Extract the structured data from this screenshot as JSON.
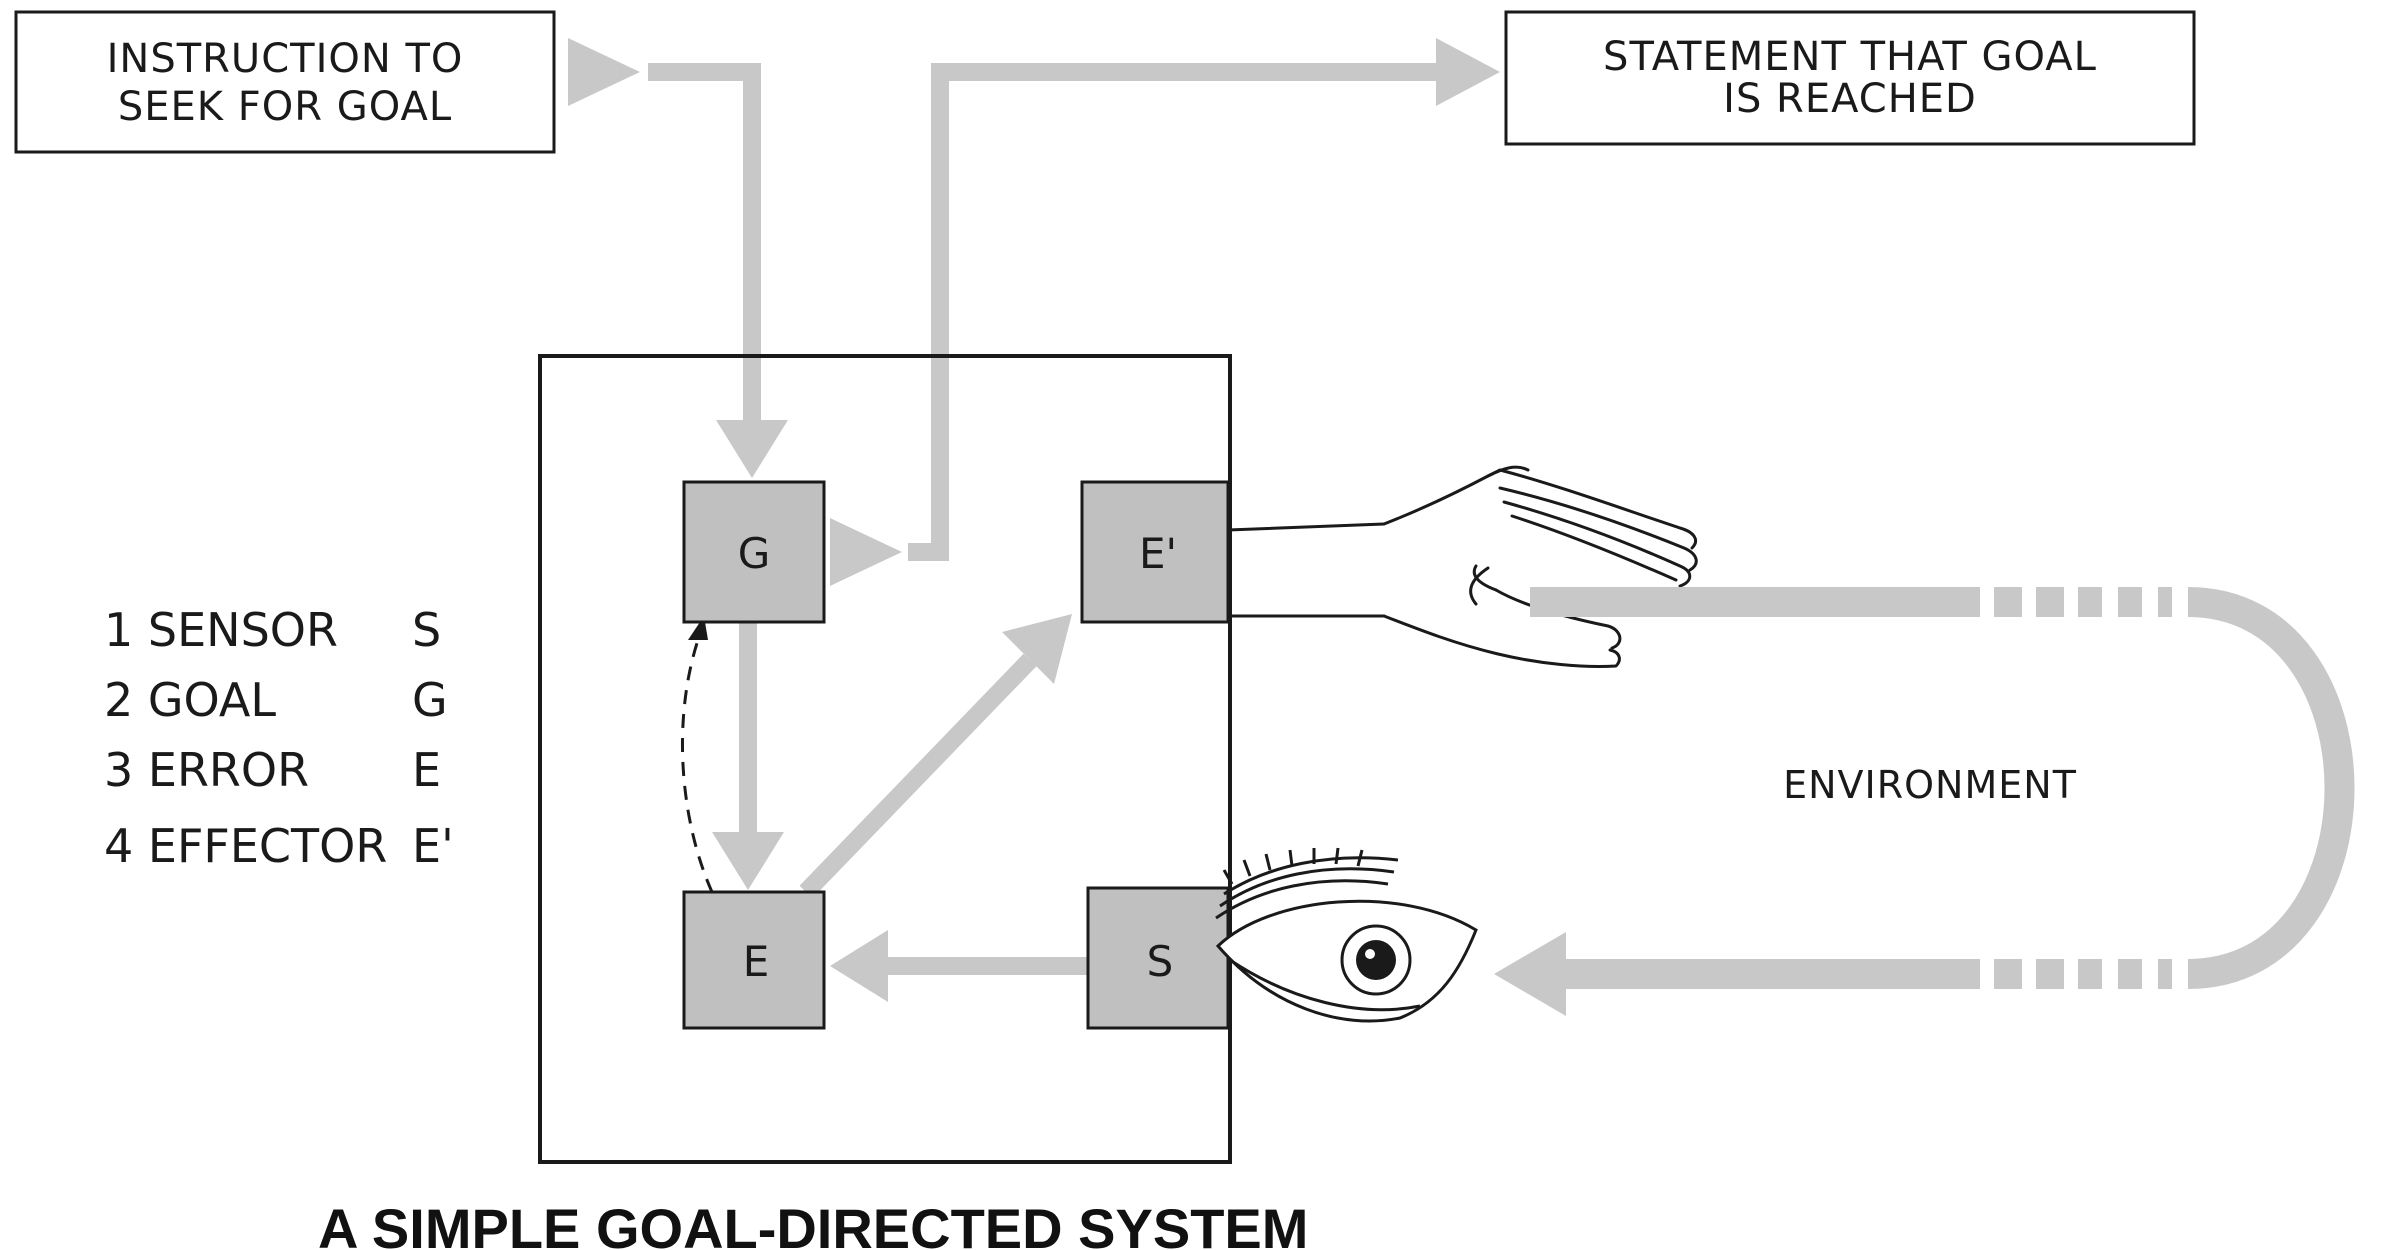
{
  "instruction_box": {
    "line1": "INSTRUCTION TO",
    "line2": "SEEK FOR GOAL"
  },
  "statement_box": {
    "line1": "STATEMENT THAT GOAL",
    "line2": "IS REACHED"
  },
  "nodes": {
    "goal": "G",
    "effector": "E'",
    "error": "E",
    "sensor": "S"
  },
  "legend": [
    {
      "label": "1 SENSOR",
      "code": "S"
    },
    {
      "label": "2 GOAL",
      "code": "G"
    },
    {
      "label": "3 ERROR",
      "code": "E"
    },
    {
      "label": "4 EFFECTOR",
      "code": "E'"
    }
  ],
  "environment_label": "ENVIRONMENT",
  "caption": "A SIMPLE GOAL-DIRECTED SYSTEM",
  "colors": {
    "arrow": "#c8c8c8",
    "node_fill": "#c0c0c0",
    "stroke": "#1a1a1a",
    "background": "#ffffff"
  }
}
